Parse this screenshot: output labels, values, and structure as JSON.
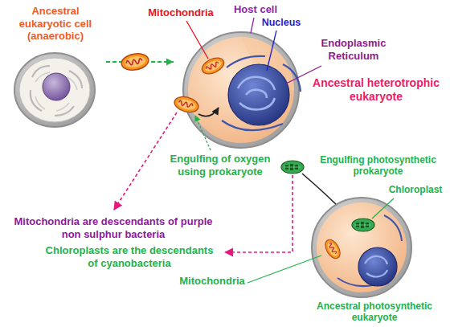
{
  "diagram": {
    "nodes": [
      {
        "text": [
          "Ancestral eukaryotic cell (anaerobic)"
        ]
      },
      {
        "text": [
          "Ancestral heterotrophic eukaryote"
        ]
      },
      {
        "text": [
          "Ancestral photosynthetic eukaryote"
        ]
      }
    ],
    "edges": [
      {
        "from": 0,
        "to": 1,
        "arrow": "to"
      }
    ],
    "labels": [
      "Mitochondria",
      "Host cell",
      "Nucleus",
      "Endoplasmic Reticulum",
      "Engulfing of oxygen using prokaryote",
      "Mitochondria are descendants of purple non sulphur bacteria",
      "Engulfing photosynthetic prokaryote",
      "Chloroplast",
      "Chloroplasts are the descendants of cyanobacteria",
      "Mitochondria"
    ]
  }
}
